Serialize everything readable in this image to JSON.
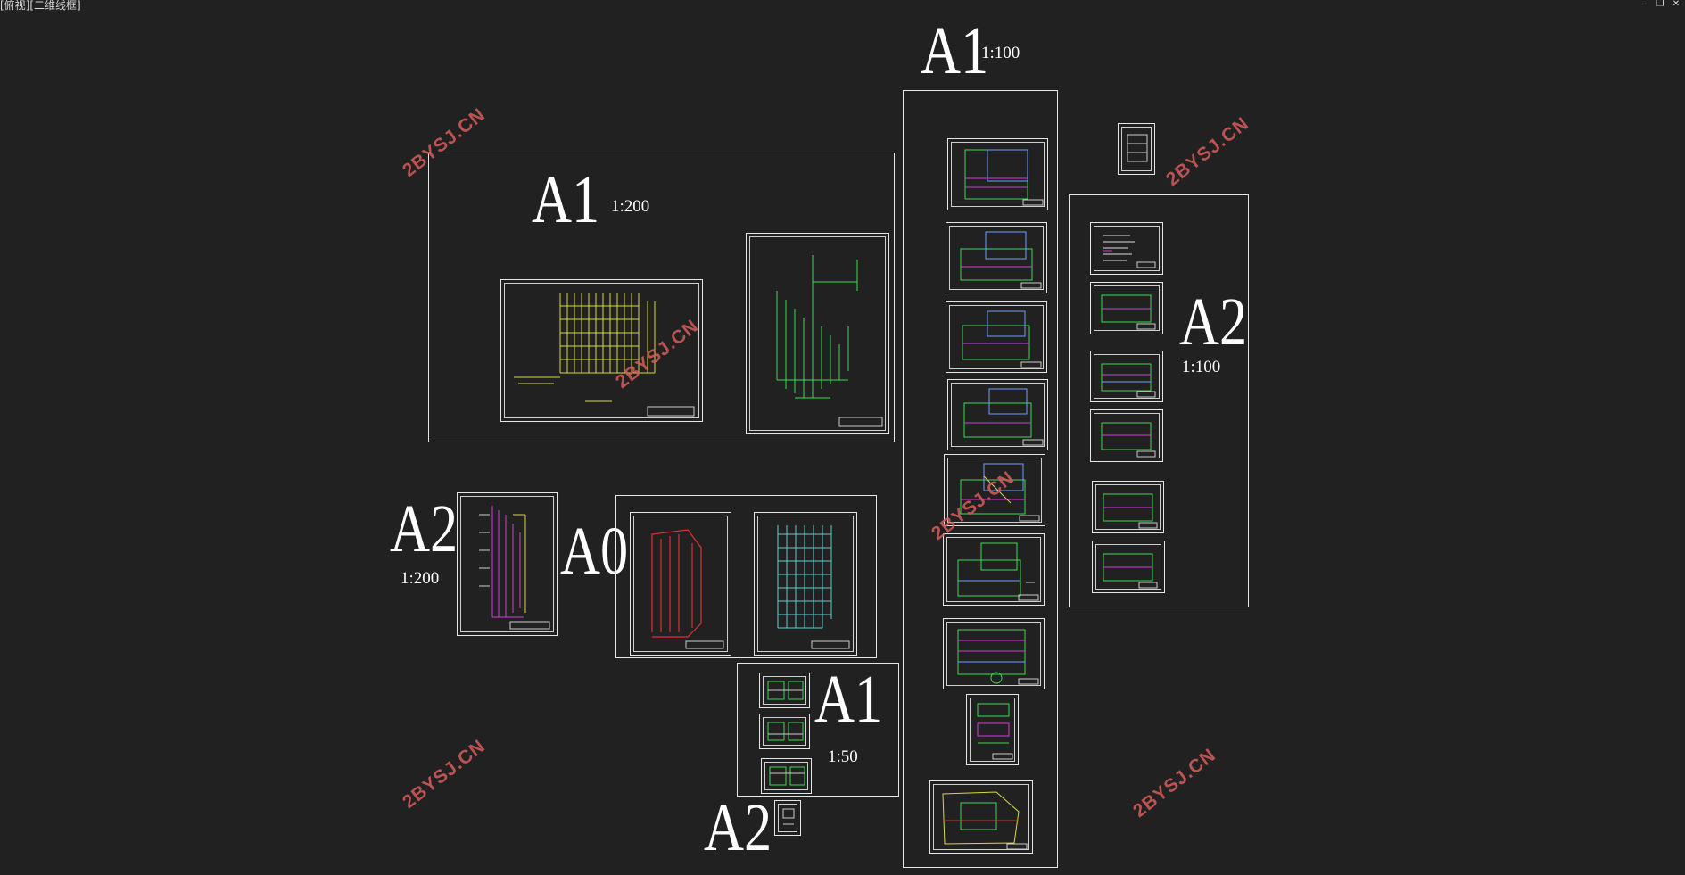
{
  "viewport": {
    "label": "[俯视][二维线框]"
  },
  "window_controls": {
    "minimize": "‒",
    "restore": "❐",
    "close": "✕"
  },
  "labels": {
    "a1_top": "A1",
    "a1_top_scale": "1:200",
    "a1_right": "A1",
    "a1_right_scale": "1:100",
    "a2_right": "A2",
    "a2_right_scale": "1:100",
    "a2_left": "A2",
    "a2_left_scale": "1:200",
    "a0": "A0",
    "a1_bottom": "A1",
    "a1_bottom_scale": "1:50",
    "a2_bottom": "A2"
  },
  "watermark": "2BYSJ.CN",
  "colors": {
    "background": "#212121",
    "frame": "#e6e6e6",
    "pipe_green": "#3cd94f",
    "pipe_yellow": "#d9d93c",
    "pipe_magenta": "#d23cd9",
    "pipe_red": "#e03030",
    "pipe_cyan": "#5fd0d0",
    "wall_blue": "#6aa0ff"
  }
}
